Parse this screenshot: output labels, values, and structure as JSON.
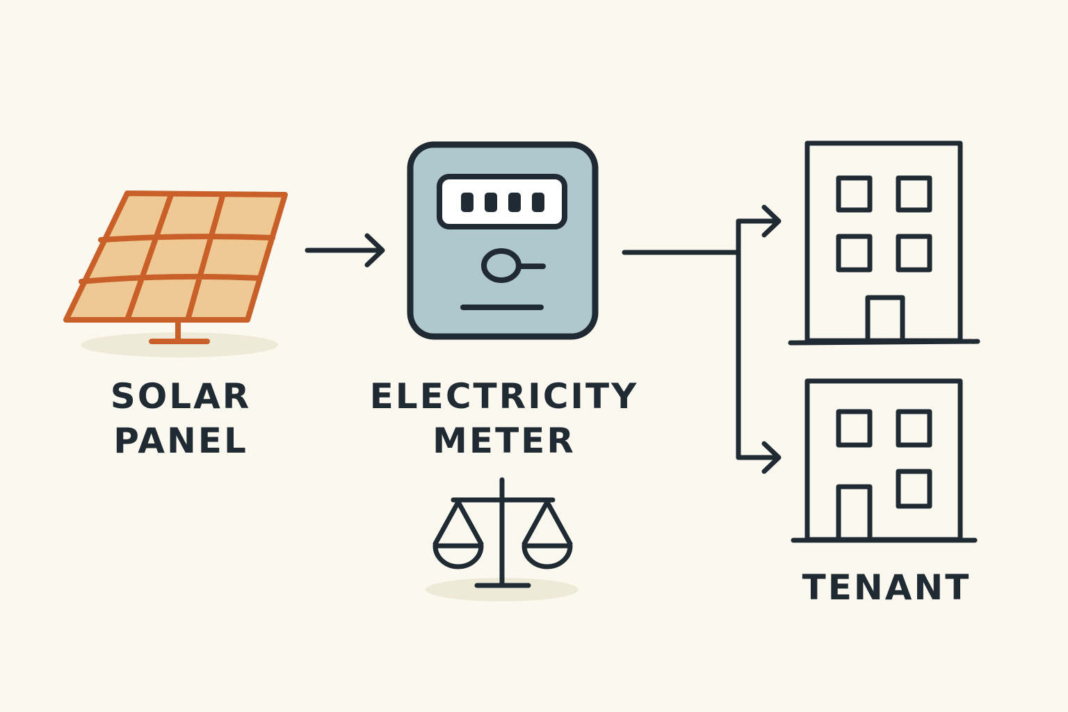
{
  "labels": {
    "solar_panel_line1": "SOLAR",
    "solar_panel_line2": "PANEL",
    "meter_line1": "ELECTRICITY",
    "meter_line2": "METER",
    "tenant": "TENANT"
  },
  "colors": {
    "background": "#fbf8f0",
    "ink": "#1f2a33",
    "solar_frame": "#c9602a",
    "solar_cell": "#efc994",
    "meter_body": "#aec8cd",
    "shadow": "#efead8"
  },
  "icons": {
    "solar": "solar-panel-icon",
    "meter": "electricity-meter-icon",
    "scale": "balance-scale-icon",
    "building_top": "building-icon",
    "building_bottom": "building-icon"
  }
}
